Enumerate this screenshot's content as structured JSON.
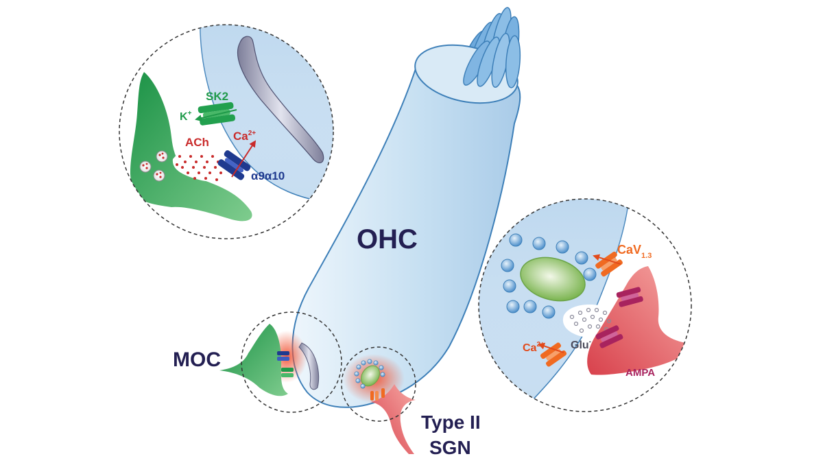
{
  "labels": {
    "ohc": "OHC",
    "moc": "MOC",
    "type_ii_line1": "Type II",
    "type_ii_line2": "SGN",
    "sk2": "SK2",
    "k_base": "K",
    "k_sup": "+",
    "ach": "ACh",
    "ca_base": "Ca",
    "ca_sup": "2+",
    "alpha": "α9α10",
    "cav_base": "CaV",
    "cav_sub": "1.3",
    "ca2_base": "Ca",
    "ca2_sup": "2+",
    "glu_base": "Glu",
    "glu_sup": "-",
    "ampa": "AMPA"
  },
  "colors": {
    "cell_fill": "#bcd8ee",
    "cell_stroke": "#3d7fb8",
    "efferent_green": "#1f9a4a",
    "ach_red": "#c92a2a",
    "alpha_blue": "#1f3a8f",
    "navy_label": "#231f52",
    "ribbon_green": "#8cc35a",
    "vesicle_blue": "#5d9fd6",
    "cav_orange": "#f06a21",
    "ampa_magenta": "#a8235e",
    "sgn_red": "#e0595f",
    "glow_red": "#f26b4b"
  }
}
